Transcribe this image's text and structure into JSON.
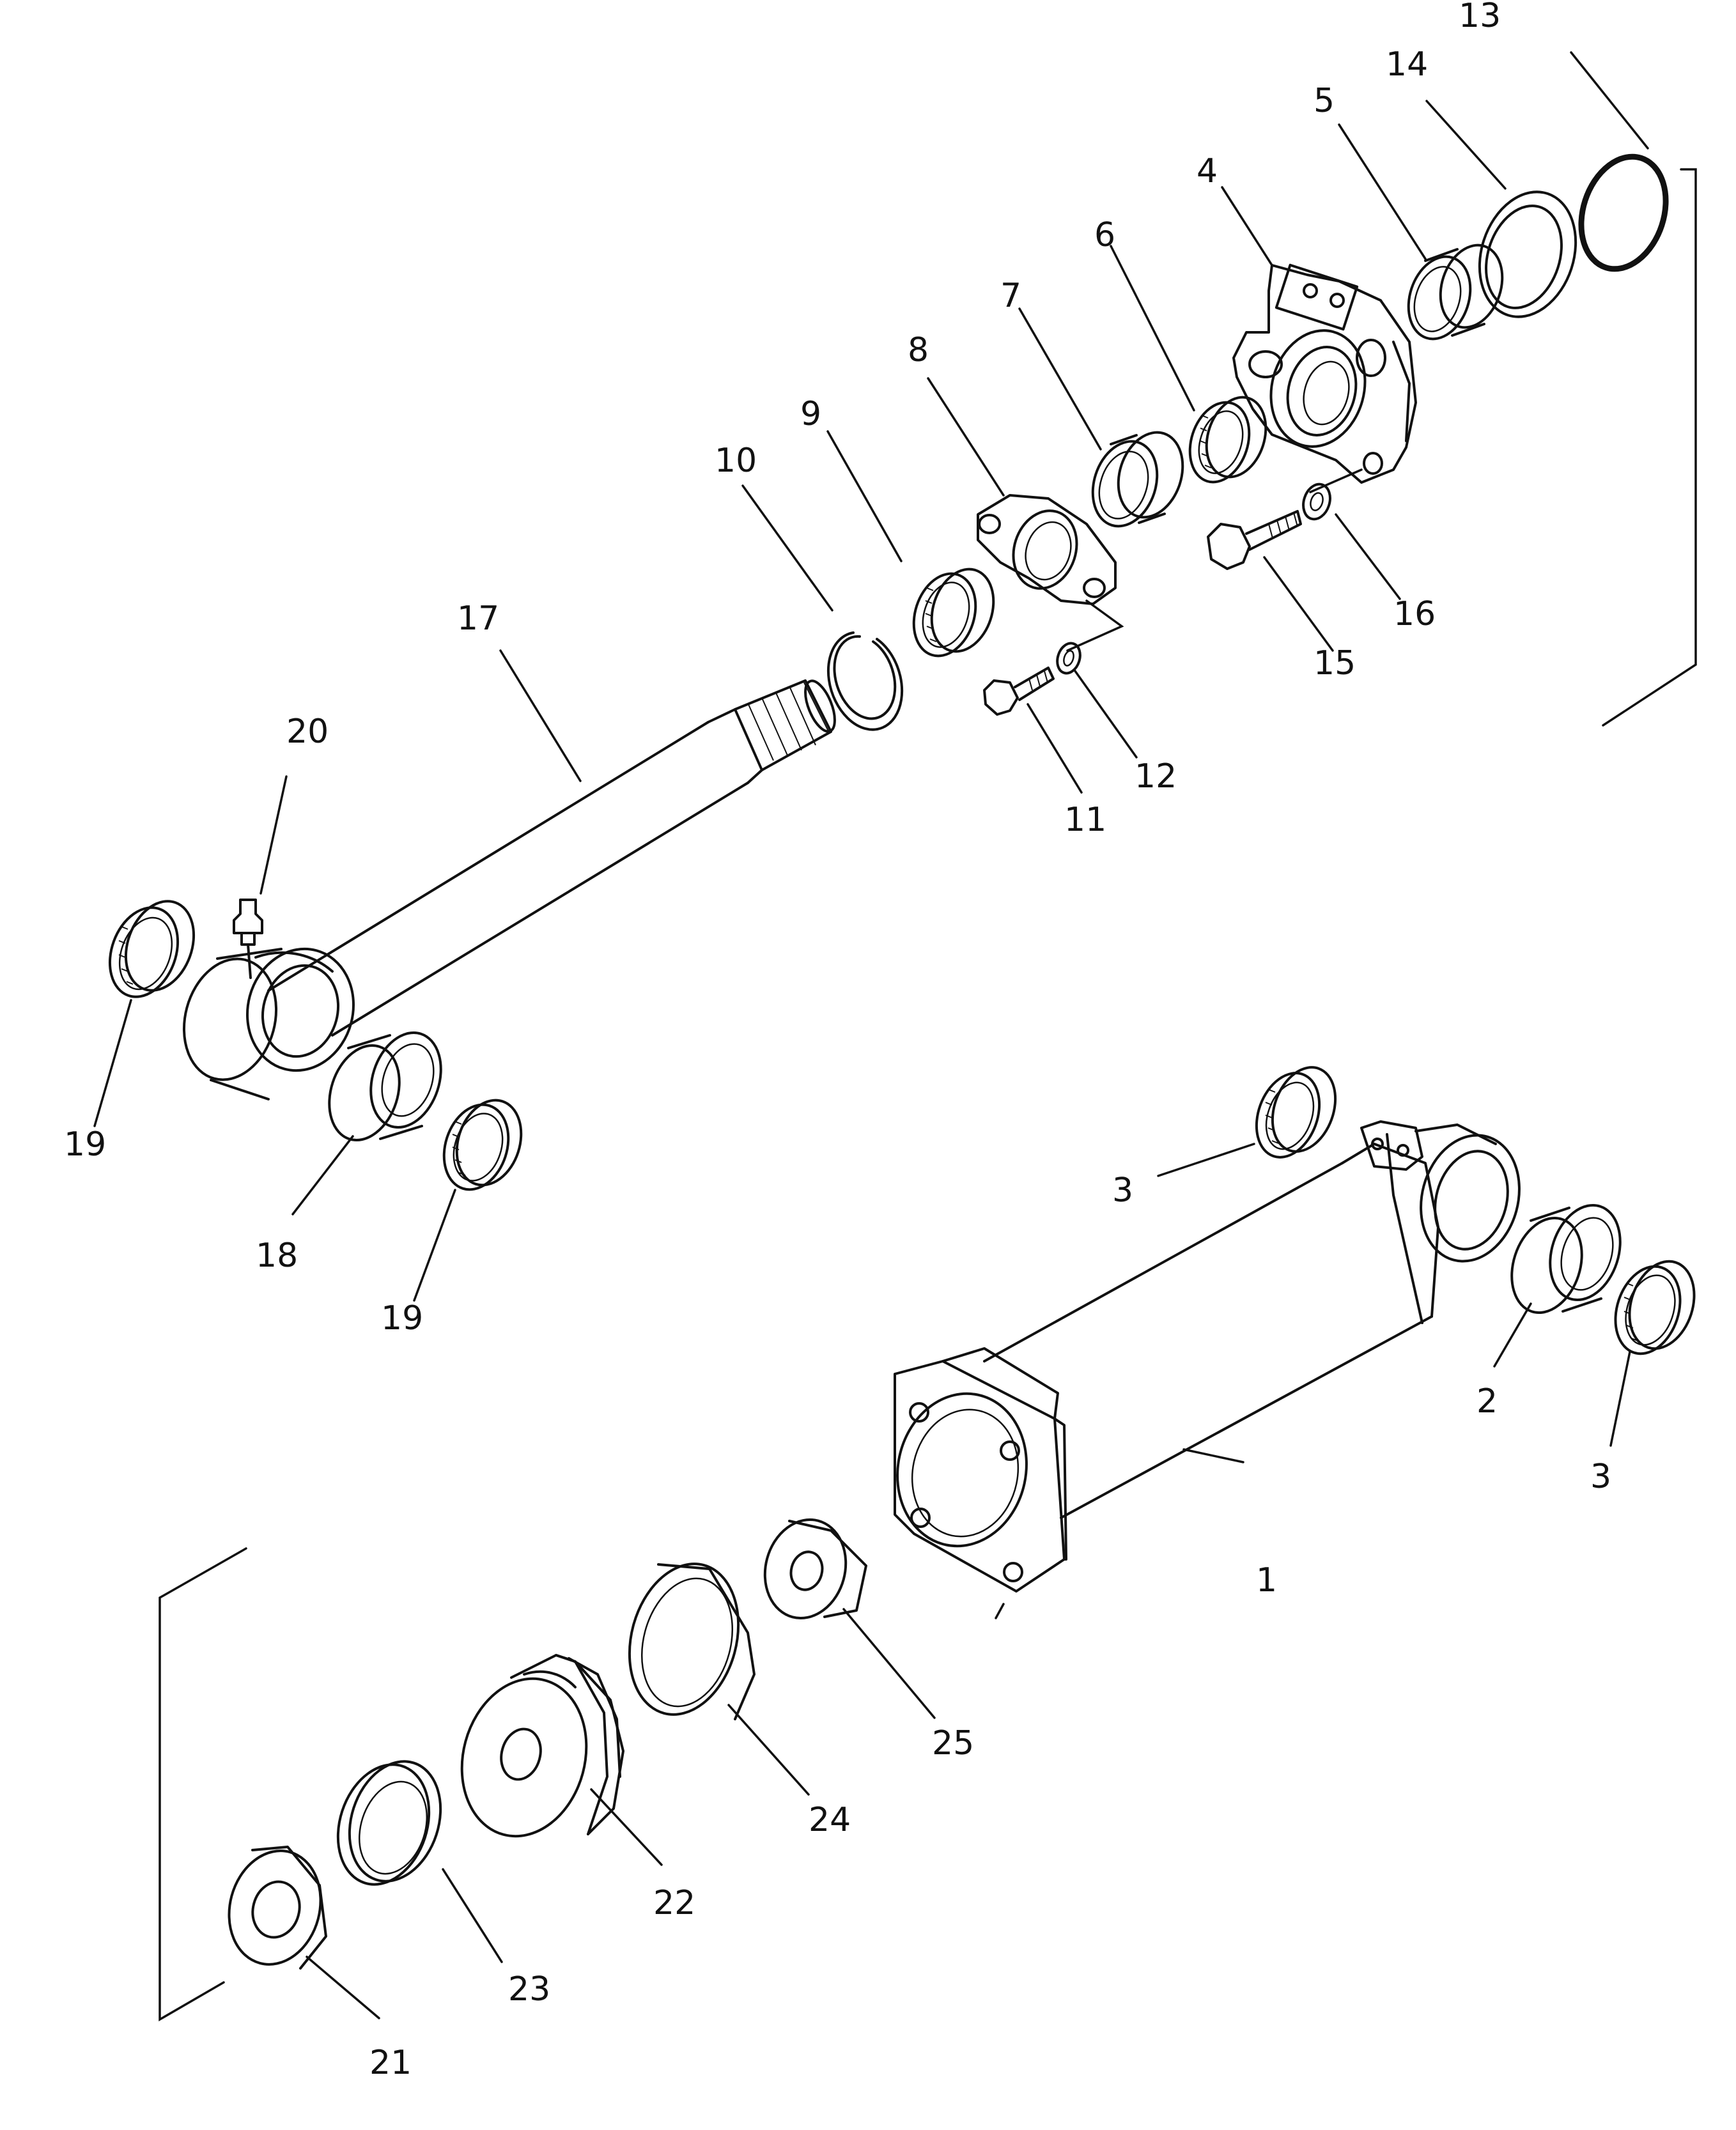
{
  "diagram": {
    "type": "exploded parts diagram",
    "callouts": [
      "1",
      "2",
      "3",
      "3",
      "4",
      "5",
      "6",
      "7",
      "8",
      "9",
      "10",
      "11",
      "12",
      "13",
      "14",
      "15",
      "16",
      "17",
      "18",
      "19",
      "19",
      "20",
      "21",
      "22",
      "23",
      "24",
      "25"
    ]
  }
}
